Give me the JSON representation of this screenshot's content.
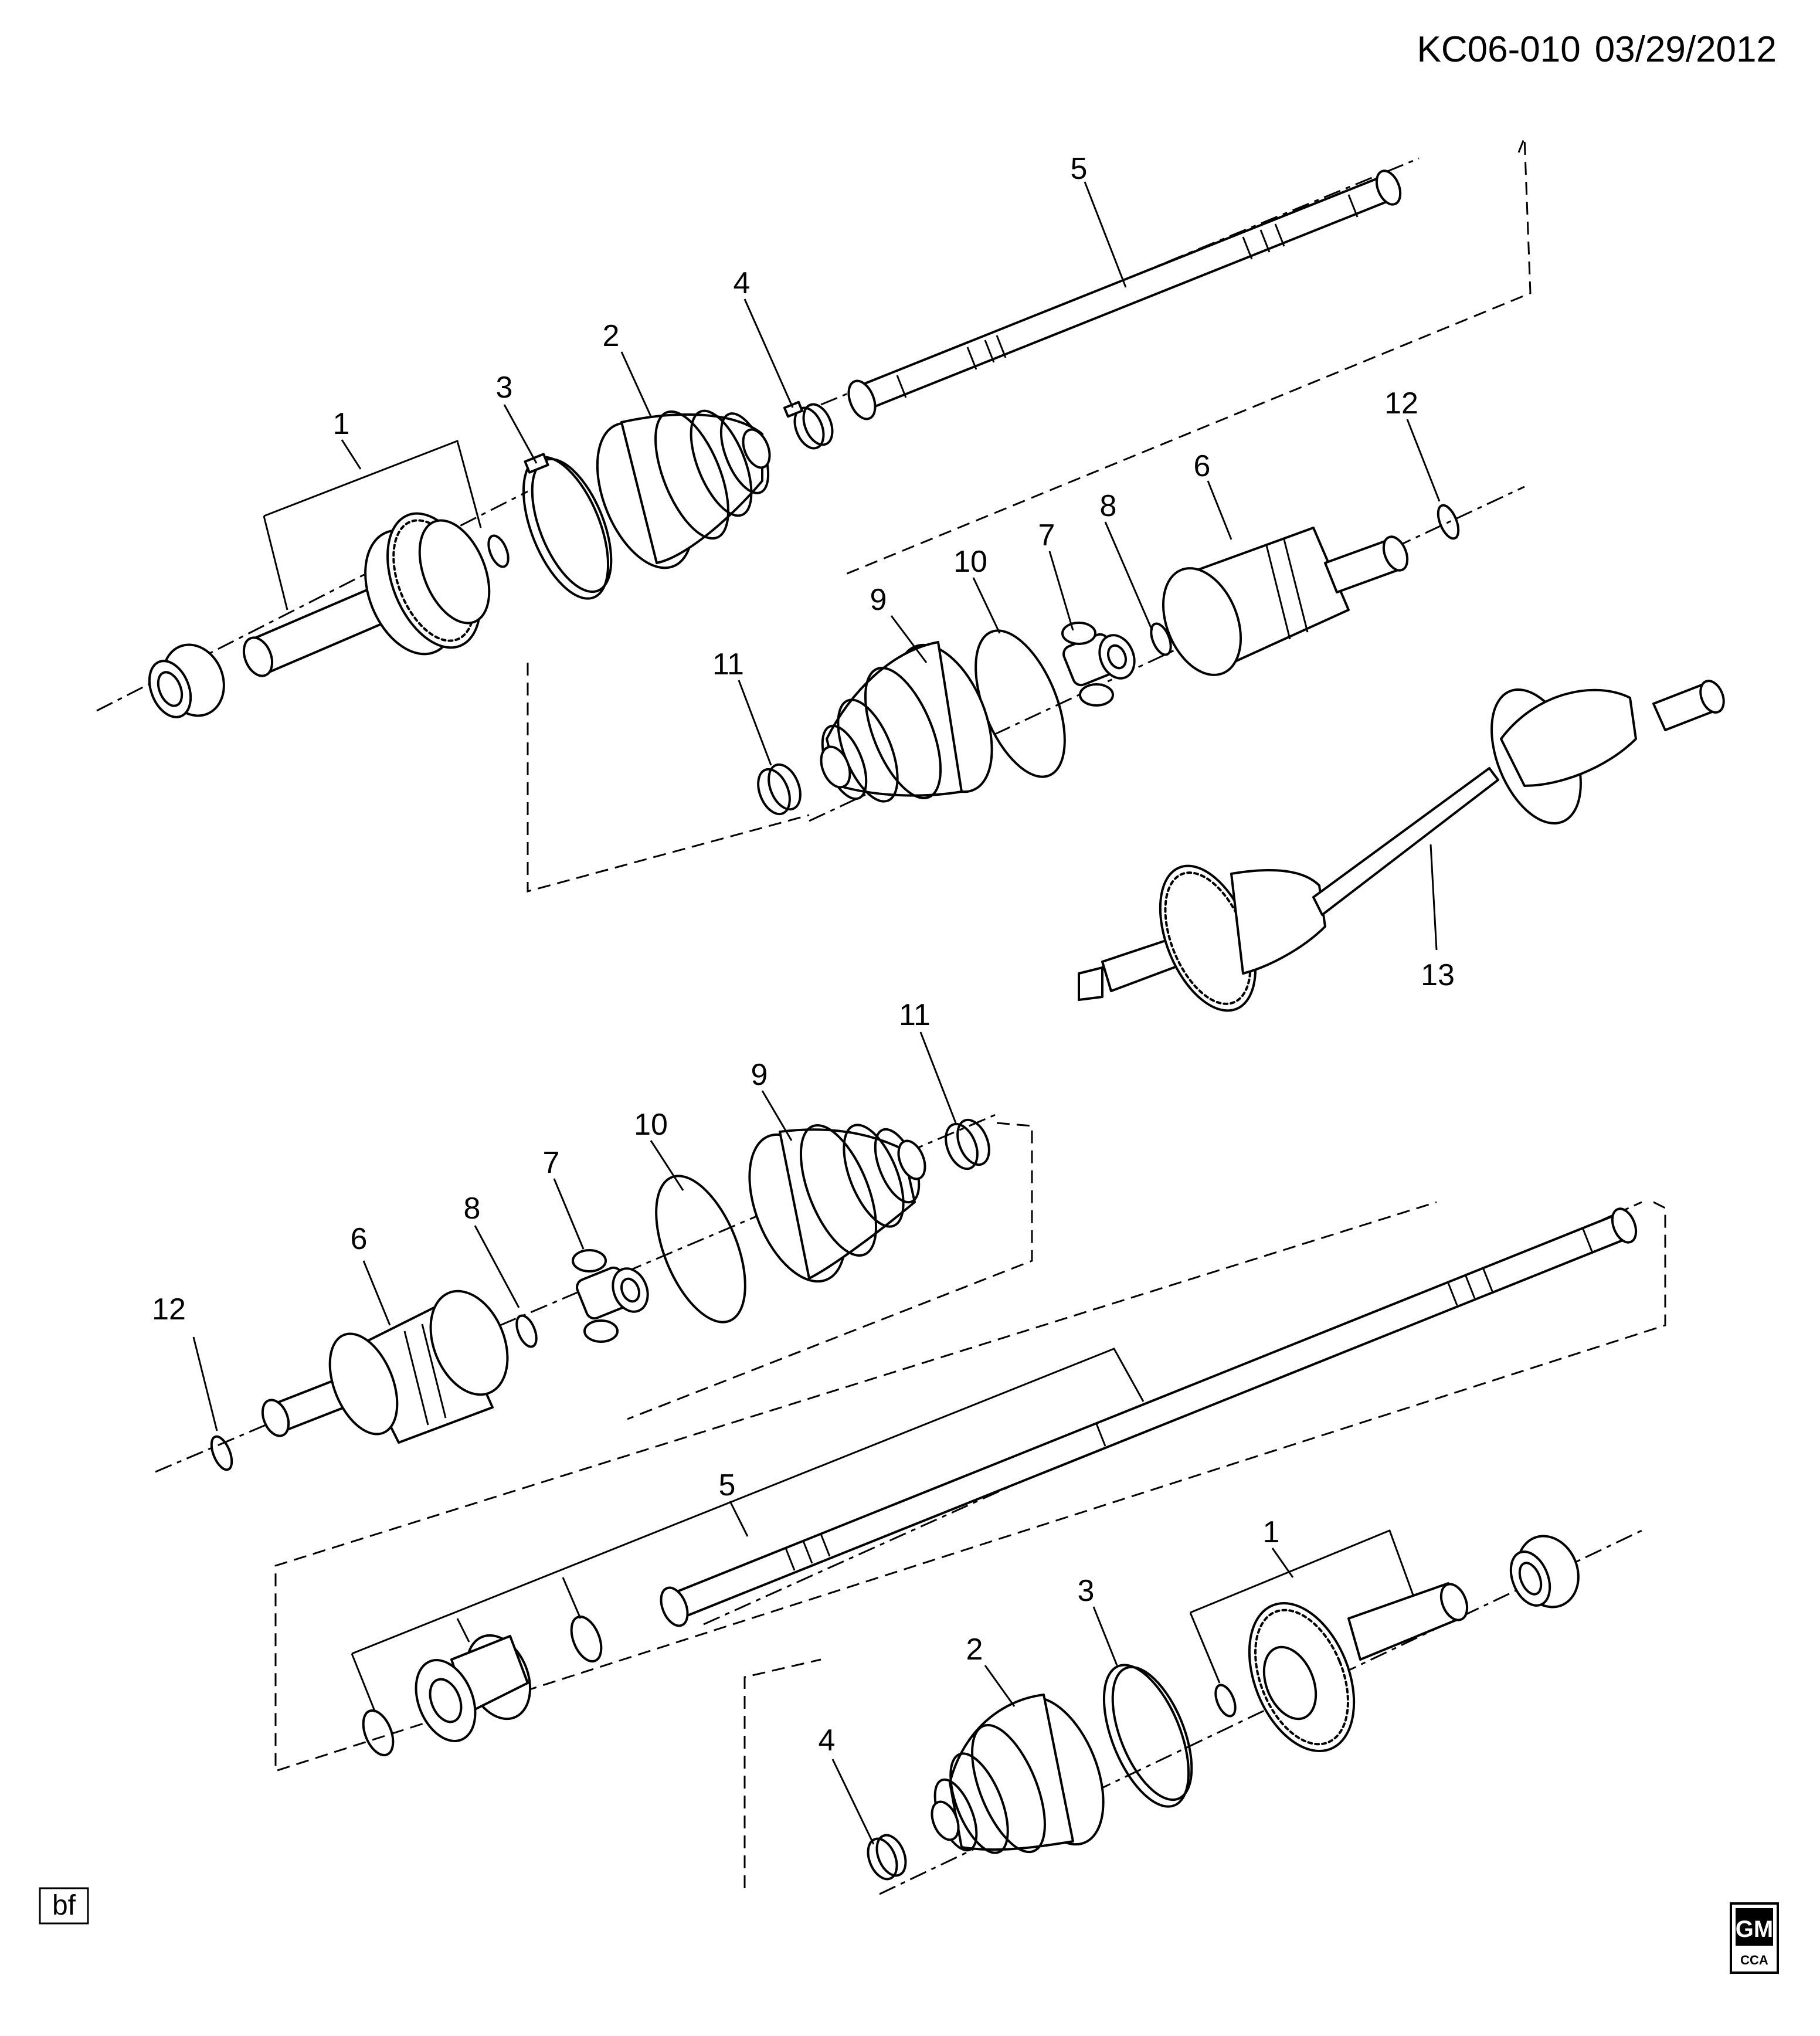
{
  "header": {
    "document_code": "KC06-010",
    "date": "03/29/2012"
  },
  "callouts": {
    "upper": {
      "c1": "1",
      "c2": "2",
      "c3": "3",
      "c4": "4",
      "c5": "5",
      "c6": "6",
      "c7": "7",
      "c8": "8",
      "c9": "9",
      "c10": "10",
      "c11": "11",
      "c12": "12",
      "c13": "13"
    },
    "lower": {
      "c1": "1",
      "c2": "2",
      "c3": "3",
      "c4": "4",
      "c5": "5",
      "c6": "6",
      "c7": "7",
      "c8": "8",
      "c9": "9",
      "c10": "10",
      "c11": "11",
      "c12": "12"
    }
  },
  "footer": {
    "tag": "bf",
    "logo_top": "GM",
    "logo_bottom": "CCA"
  },
  "icons": {
    "logo": "gm-logo-icon"
  }
}
